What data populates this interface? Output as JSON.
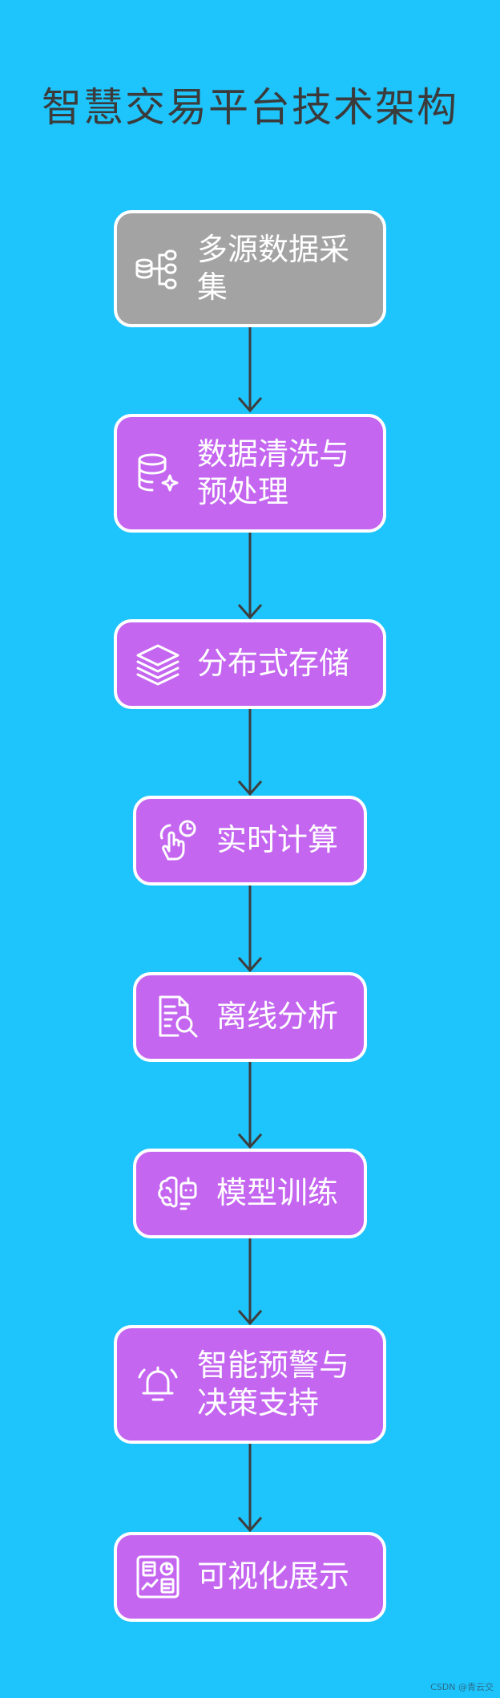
{
  "title": "智慧交易平台技术架构",
  "steps": [
    {
      "label": "多源数据采集",
      "icon": "data-sources-icon",
      "style": "gray"
    },
    {
      "label": "数据清洗与预处理",
      "icon": "database-clean-icon",
      "style": "purple"
    },
    {
      "label": "分布式存储",
      "icon": "layers-icon",
      "style": "purple"
    },
    {
      "label": "实时计算",
      "icon": "touch-clock-icon",
      "style": "purple"
    },
    {
      "label": "离线分析",
      "icon": "document-search-icon",
      "style": "purple"
    },
    {
      "label": "模型训练",
      "icon": "brain-robot-icon",
      "style": "purple"
    },
    {
      "label": "智能预警与决策支持",
      "icon": "bell-alert-icon",
      "style": "purple"
    },
    {
      "label": "可视化展示",
      "icon": "dashboard-icon",
      "style": "purple"
    }
  ],
  "watermark": "CSDN @青云交",
  "colors": {
    "background": "#1ec4fc",
    "node_purple": "#c466f0",
    "node_gray": "#a3a3a3",
    "arrow": "#3d3d3d",
    "title": "#3b3b3b"
  }
}
